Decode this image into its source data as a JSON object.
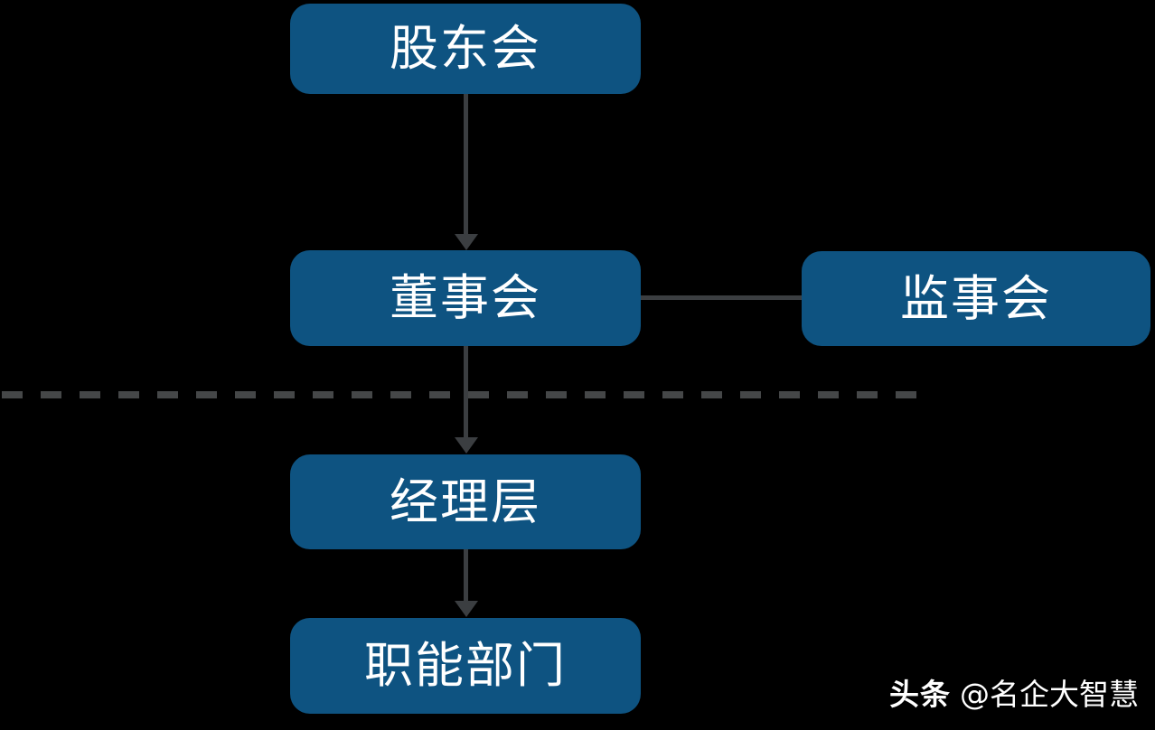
{
  "diagram": {
    "type": "org-chart",
    "nodes": [
      {
        "id": "shareholders",
        "label": "股东会"
      },
      {
        "id": "board",
        "label": "董事会"
      },
      {
        "id": "supervisory",
        "label": "监事会"
      },
      {
        "id": "management",
        "label": "经理层"
      },
      {
        "id": "departments",
        "label": "职能部门"
      }
    ],
    "edges": [
      {
        "from": "shareholders",
        "to": "board",
        "style": "arrow-down"
      },
      {
        "from": "board",
        "to": "supervisory",
        "style": "plain-horizontal"
      },
      {
        "from": "board",
        "to": "management",
        "style": "arrow-down"
      },
      {
        "from": "management",
        "to": "departments",
        "style": "arrow-down"
      }
    ],
    "divider": {
      "style": "dashed-horizontal",
      "meaning": "governance / management boundary"
    }
  },
  "watermark": {
    "brand": "头条",
    "handle": "@名企大智慧"
  },
  "colors": {
    "background": "#000000",
    "node_fill": "#0e5381",
    "node_text": "#ffffff",
    "connector": "#3b3e41",
    "divider_dash": "#454748"
  }
}
